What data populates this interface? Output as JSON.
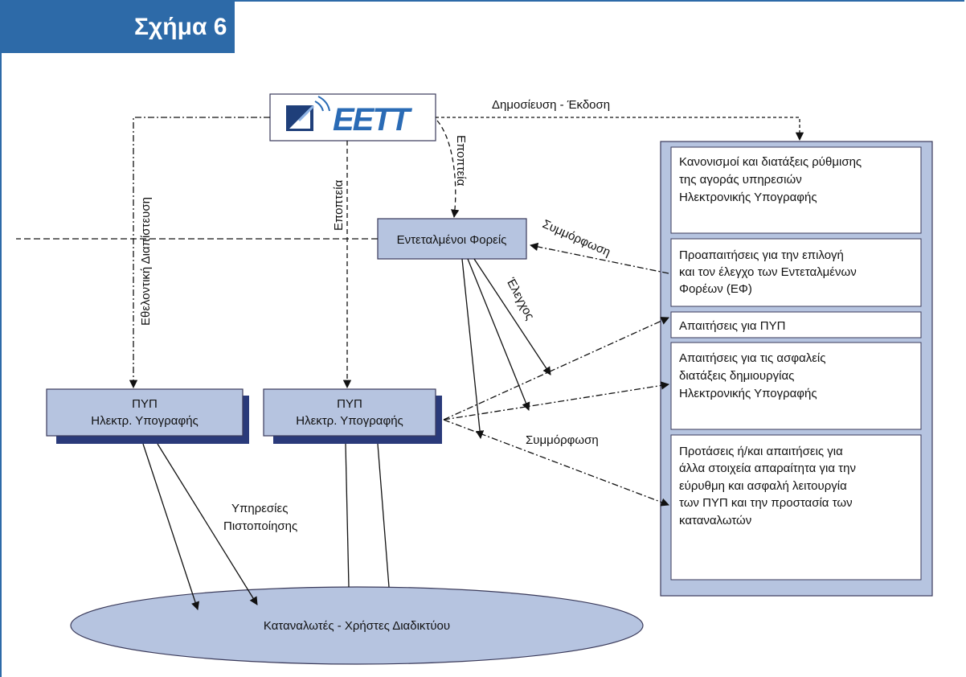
{
  "figure": {
    "title": "Σχήμα 6"
  },
  "nodes": {
    "logo": "EEΤΤ",
    "entrusted_bodies": "Εντεταλμένοι Φορείς",
    "pyp_left": [
      "ΠΥΠ",
      "Ηλεκτρ. Υπογραφής"
    ],
    "pyp_center": [
      "ΠΥΠ",
      "Ηλεκτρ. Υπογραφής"
    ],
    "consumers": "Καταναλωτές - Χρήστες Διαδικτύου"
  },
  "requirements": [
    {
      "lines": [
        "Κανονισμοί και διατάξεις ρύθμισης",
        "της αγοράς υπηρεσιών",
        "Ηλεκτρονικής Υπογραφής"
      ]
    },
    {
      "lines": [
        "Προαπαιτήσεις για την επιλογή",
        "και τον έλεγχο των Εντεταλμένων",
        "Φορέων (ΕΦ)"
      ]
    },
    {
      "lines": [
        "Απαιτήσεις για ΠΥΠ"
      ]
    },
    {
      "lines": [
        "Απαιτήσεις για τις ασφαλείς",
        "διατάξεις δημιουργίας",
        "Ηλεκτρονικής Υπογραφής"
      ]
    },
    {
      "lines": [
        "Προτάσεις ή/και απαιτήσεις για",
        "άλλα στοιχεία απαραίτητα για την",
        "εύρυθμη και ασφαλή λειτουργία",
        "των ΠΥΠ και την προστασία των",
        "καταναλωτών"
      ]
    }
  ],
  "edge_labels": {
    "publication": "Δημοσίευση - Έκδοση",
    "voluntary_accreditation": "Εθελοντική Διαπίστευση",
    "supervision_center": "Εποπτεία",
    "supervision_right": "Εποπτεία",
    "compliance_top": "Συμμόρφωση",
    "control": "Έλεγχος",
    "compliance_bottom": "Συμμόρφωση",
    "certification_services": [
      "Υπηρεσίες",
      "Πιστοποίησης"
    ]
  },
  "colors": {
    "brand": "#2d6aa8",
    "box_fill": "#b6c4e0",
    "box_border": "#3a3a5a",
    "logo": "#2a6bb5"
  }
}
